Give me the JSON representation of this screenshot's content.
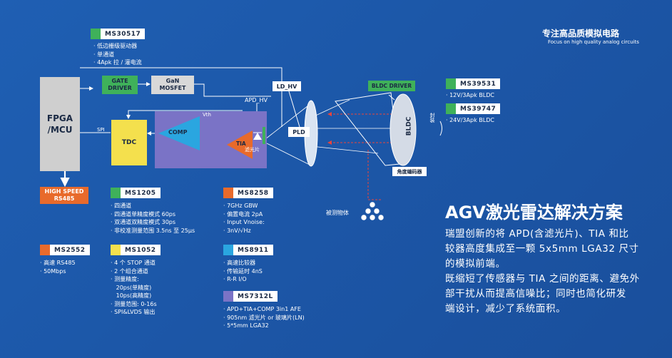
{
  "brand": {
    "title": "专注高品质模拟电路",
    "subtitle": "Focus on high quality analog circuits"
  },
  "colors": {
    "green": "#3fb15a",
    "orange": "#e86a2b",
    "cyan": "#2aa6e0",
    "purple": "#7a73c6",
    "yellow": "#f4e04d",
    "gray": "#cfcfcf"
  },
  "blocks": {
    "fpga": [
      "FPGA",
      "/MCU"
    ],
    "high_speed": [
      "HIGH SPEED",
      "RS485"
    ],
    "gate_driver": [
      "GATE",
      "DRIVER"
    ],
    "gan_mosfet": [
      "GaN",
      "MOSFET"
    ],
    "tdc": "TDC",
    "comp": "COMP",
    "tia": "TIA",
    "vth": "Vth",
    "spi": "SPI",
    "ld_hv": "LD_HV",
    "apd_hv": "APD_HV",
    "filter": "滤光片",
    "pld": "PLD",
    "bldc_driver": "BLDC DRIVER",
    "bldc": "BLDC",
    "encoder": "角度编码器",
    "window": "封装",
    "target": "被测物体"
  },
  "chips": {
    "ms30517": {
      "name": "MS30517",
      "items": [
        "· 低边栅级驱动器",
        "· 单通道",
        "· 4Apk 拉 / 灌电流"
      ]
    },
    "ms39531": {
      "name": "MS39531",
      "items": [
        "· 12V/3Apk BLDC"
      ]
    },
    "ms39747": {
      "name": "MS39747",
      "items": [
        "· 24V/3Apk BLDC"
      ]
    },
    "ms1205": {
      "name": "MS1205",
      "items": [
        "· 四通道",
        "· 四通道单精度模式 60ps",
        "· 双通道双精度模式 30ps",
        "· 非校准测量范围 3.5ns 至 25μs"
      ]
    },
    "ms8258": {
      "name": "MS8258",
      "items": [
        "· 7GHz GBW",
        "· 偏置电流 2pA",
        "· Input Vnoise:",
        "· 3nV/√Hz"
      ]
    },
    "ms2552": {
      "name": "MS2552",
      "items": [
        "· 高速 RS485",
        "· 50Mbps"
      ]
    },
    "ms1052": {
      "name": "MS1052",
      "items": [
        "· 4 个 STOP 通道",
        "· 2 个组合通道",
        "· 测量精度:",
        "   20ps(单精度)",
        "   10ps(高精度)",
        "· 测量范围: 0-16s",
        "· SPI&LVDS 输出"
      ]
    },
    "ms8911": {
      "name": "MS8911",
      "items": [
        "· 高速比较器",
        "· 传输延时 4nS",
        "· R-R I/O"
      ]
    },
    "ms7312l": {
      "name": "MS7312L",
      "items": [
        "· APD+TIA+COMP 3in1 AFE",
        "· 905nm 滤光片 or 玻璃片(LN)",
        "· 5*5mm LGA32"
      ]
    }
  },
  "solution": {
    "title": "AGV激光雷达解决方案",
    "lines": [
      "瑞盟创新的将 APD(含滤光片)、TIA 和比",
      "较器高度集成至一颗 5x5mm LGA32 尺寸",
      "的模拟前端。",
      "既缩短了传感器与 TIA 之间的距离、避免外",
      "部干扰从而提高信噪比；同时也简化研发",
      "端设计，减少了系统面积。"
    ]
  }
}
